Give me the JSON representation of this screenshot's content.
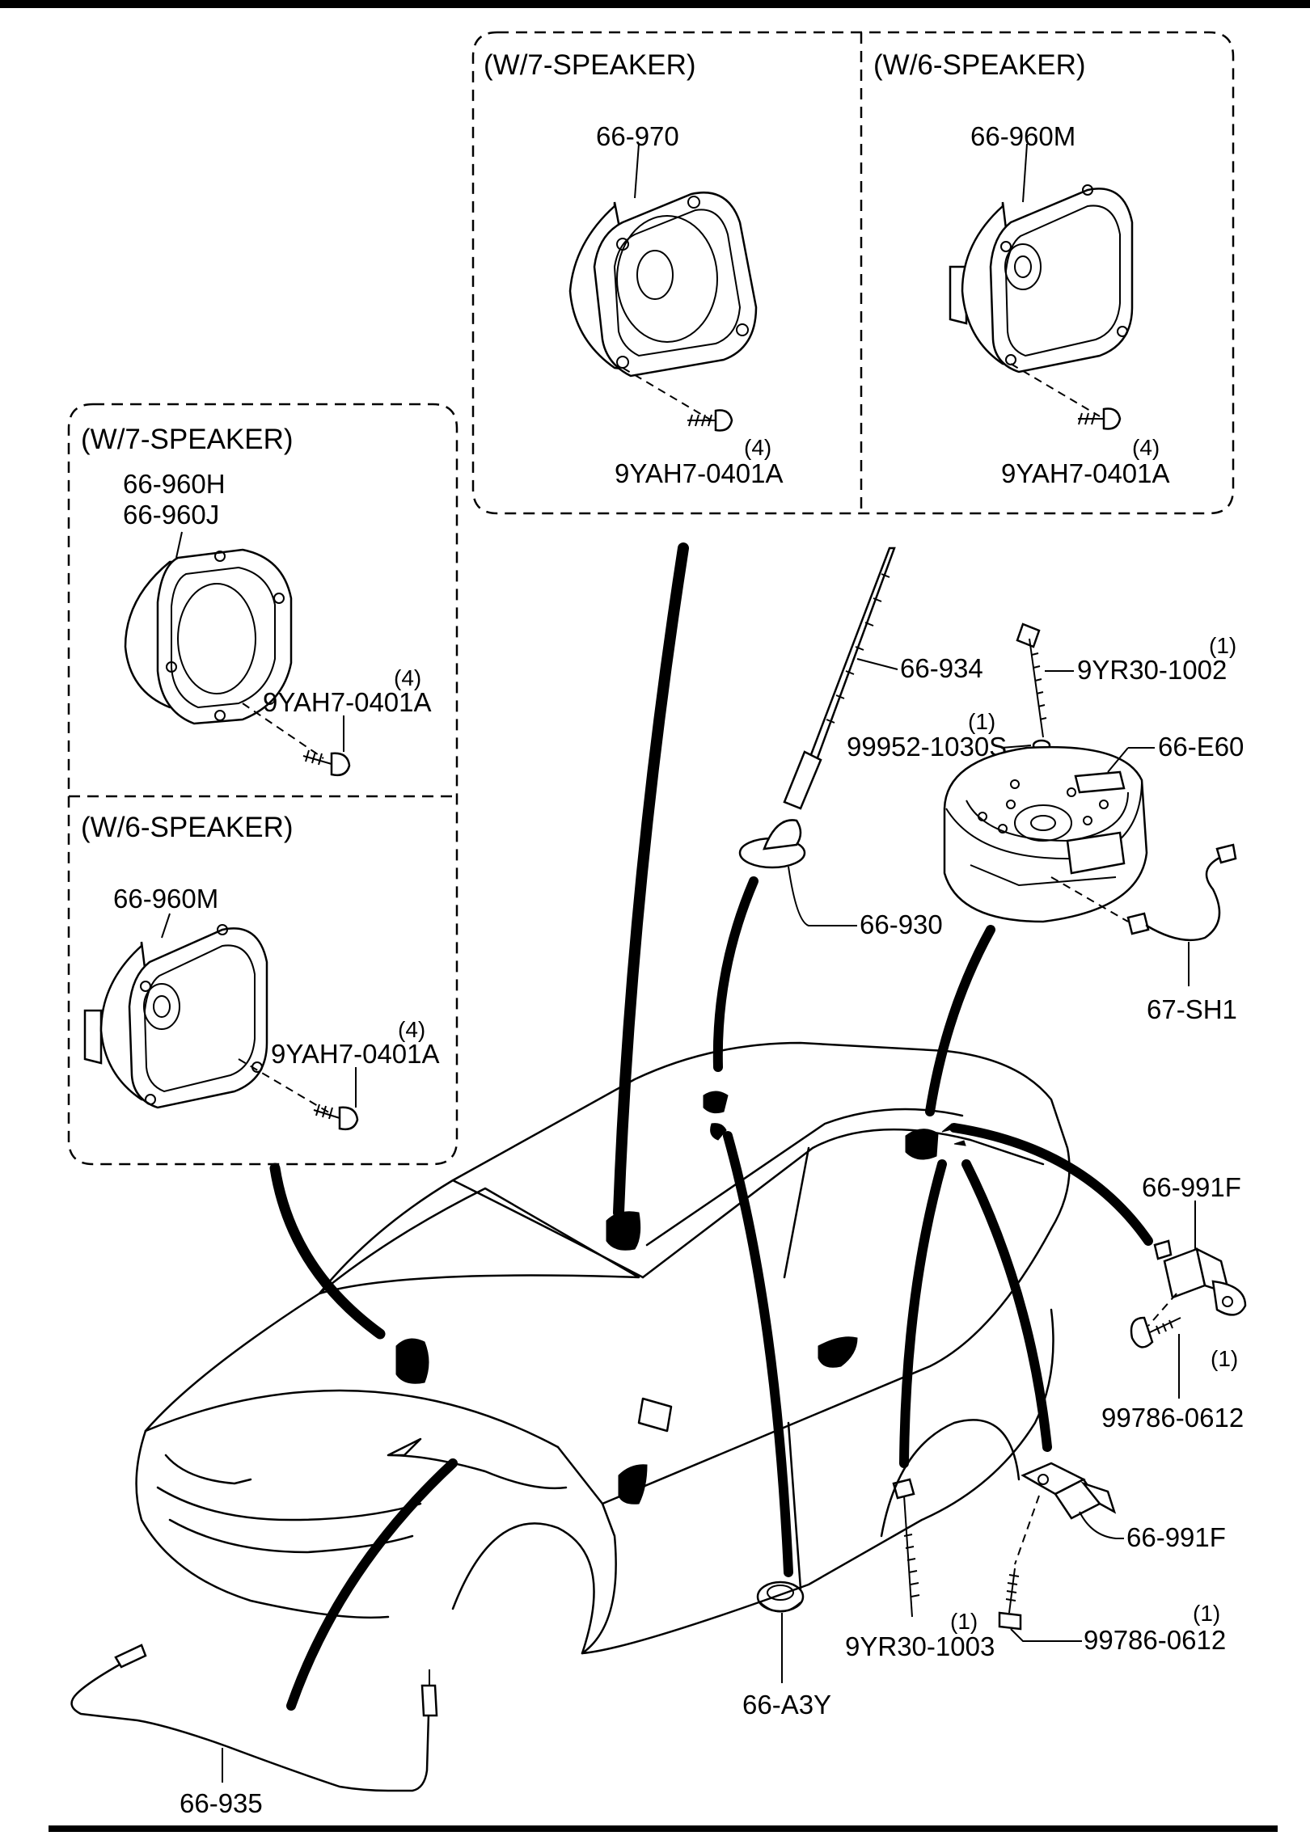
{
  "boxes": {
    "top_left_header": "(W/7-SPEAKER)",
    "top_right_header": "(W/6-SPEAKER)",
    "left_top_header": "(W/7-SPEAKER)",
    "left_bottom_header": "(W/6-SPEAKER)"
  },
  "parts": {
    "p66_970": "66-970",
    "p66_960M_top": "66-960M",
    "p9YAH7_a": "9YAH7-0401A",
    "p9YAH7_b": "9YAH7-0401A",
    "p9YAH7_c": "9YAH7-0401A",
    "p9YAH7_d": "9YAH7-0401A",
    "qty_4": "(4)",
    "p66_960H": "66-960H",
    "p66_960J": "66-960J",
    "p66_960M_left": "66-960M",
    "p66_934": "66-934",
    "p66_930": "66-930",
    "p9YR30_1002": "9YR30-1002",
    "p99952_1030S": "99952-1030S",
    "p66_E60": "66-E60",
    "p67_SH1": "67-SH1",
    "p66_991F_a": "66-991F",
    "p66_991F_b": "66-991F",
    "p99786_0612_a": "99786-0612",
    "p99786_0612_b": "99786-0612",
    "p9YR30_1003": "9YR30-1003",
    "p66_A3Y": "66-A3Y",
    "p66_935": "66-935",
    "qty_1": "(1)"
  },
  "icons": [
    "speaker",
    "screw",
    "antenna-mast",
    "antenna-base",
    "subwoofer",
    "bolt",
    "washer",
    "wire-harness",
    "bracket",
    "grommet",
    "antenna-cable",
    "car"
  ]
}
